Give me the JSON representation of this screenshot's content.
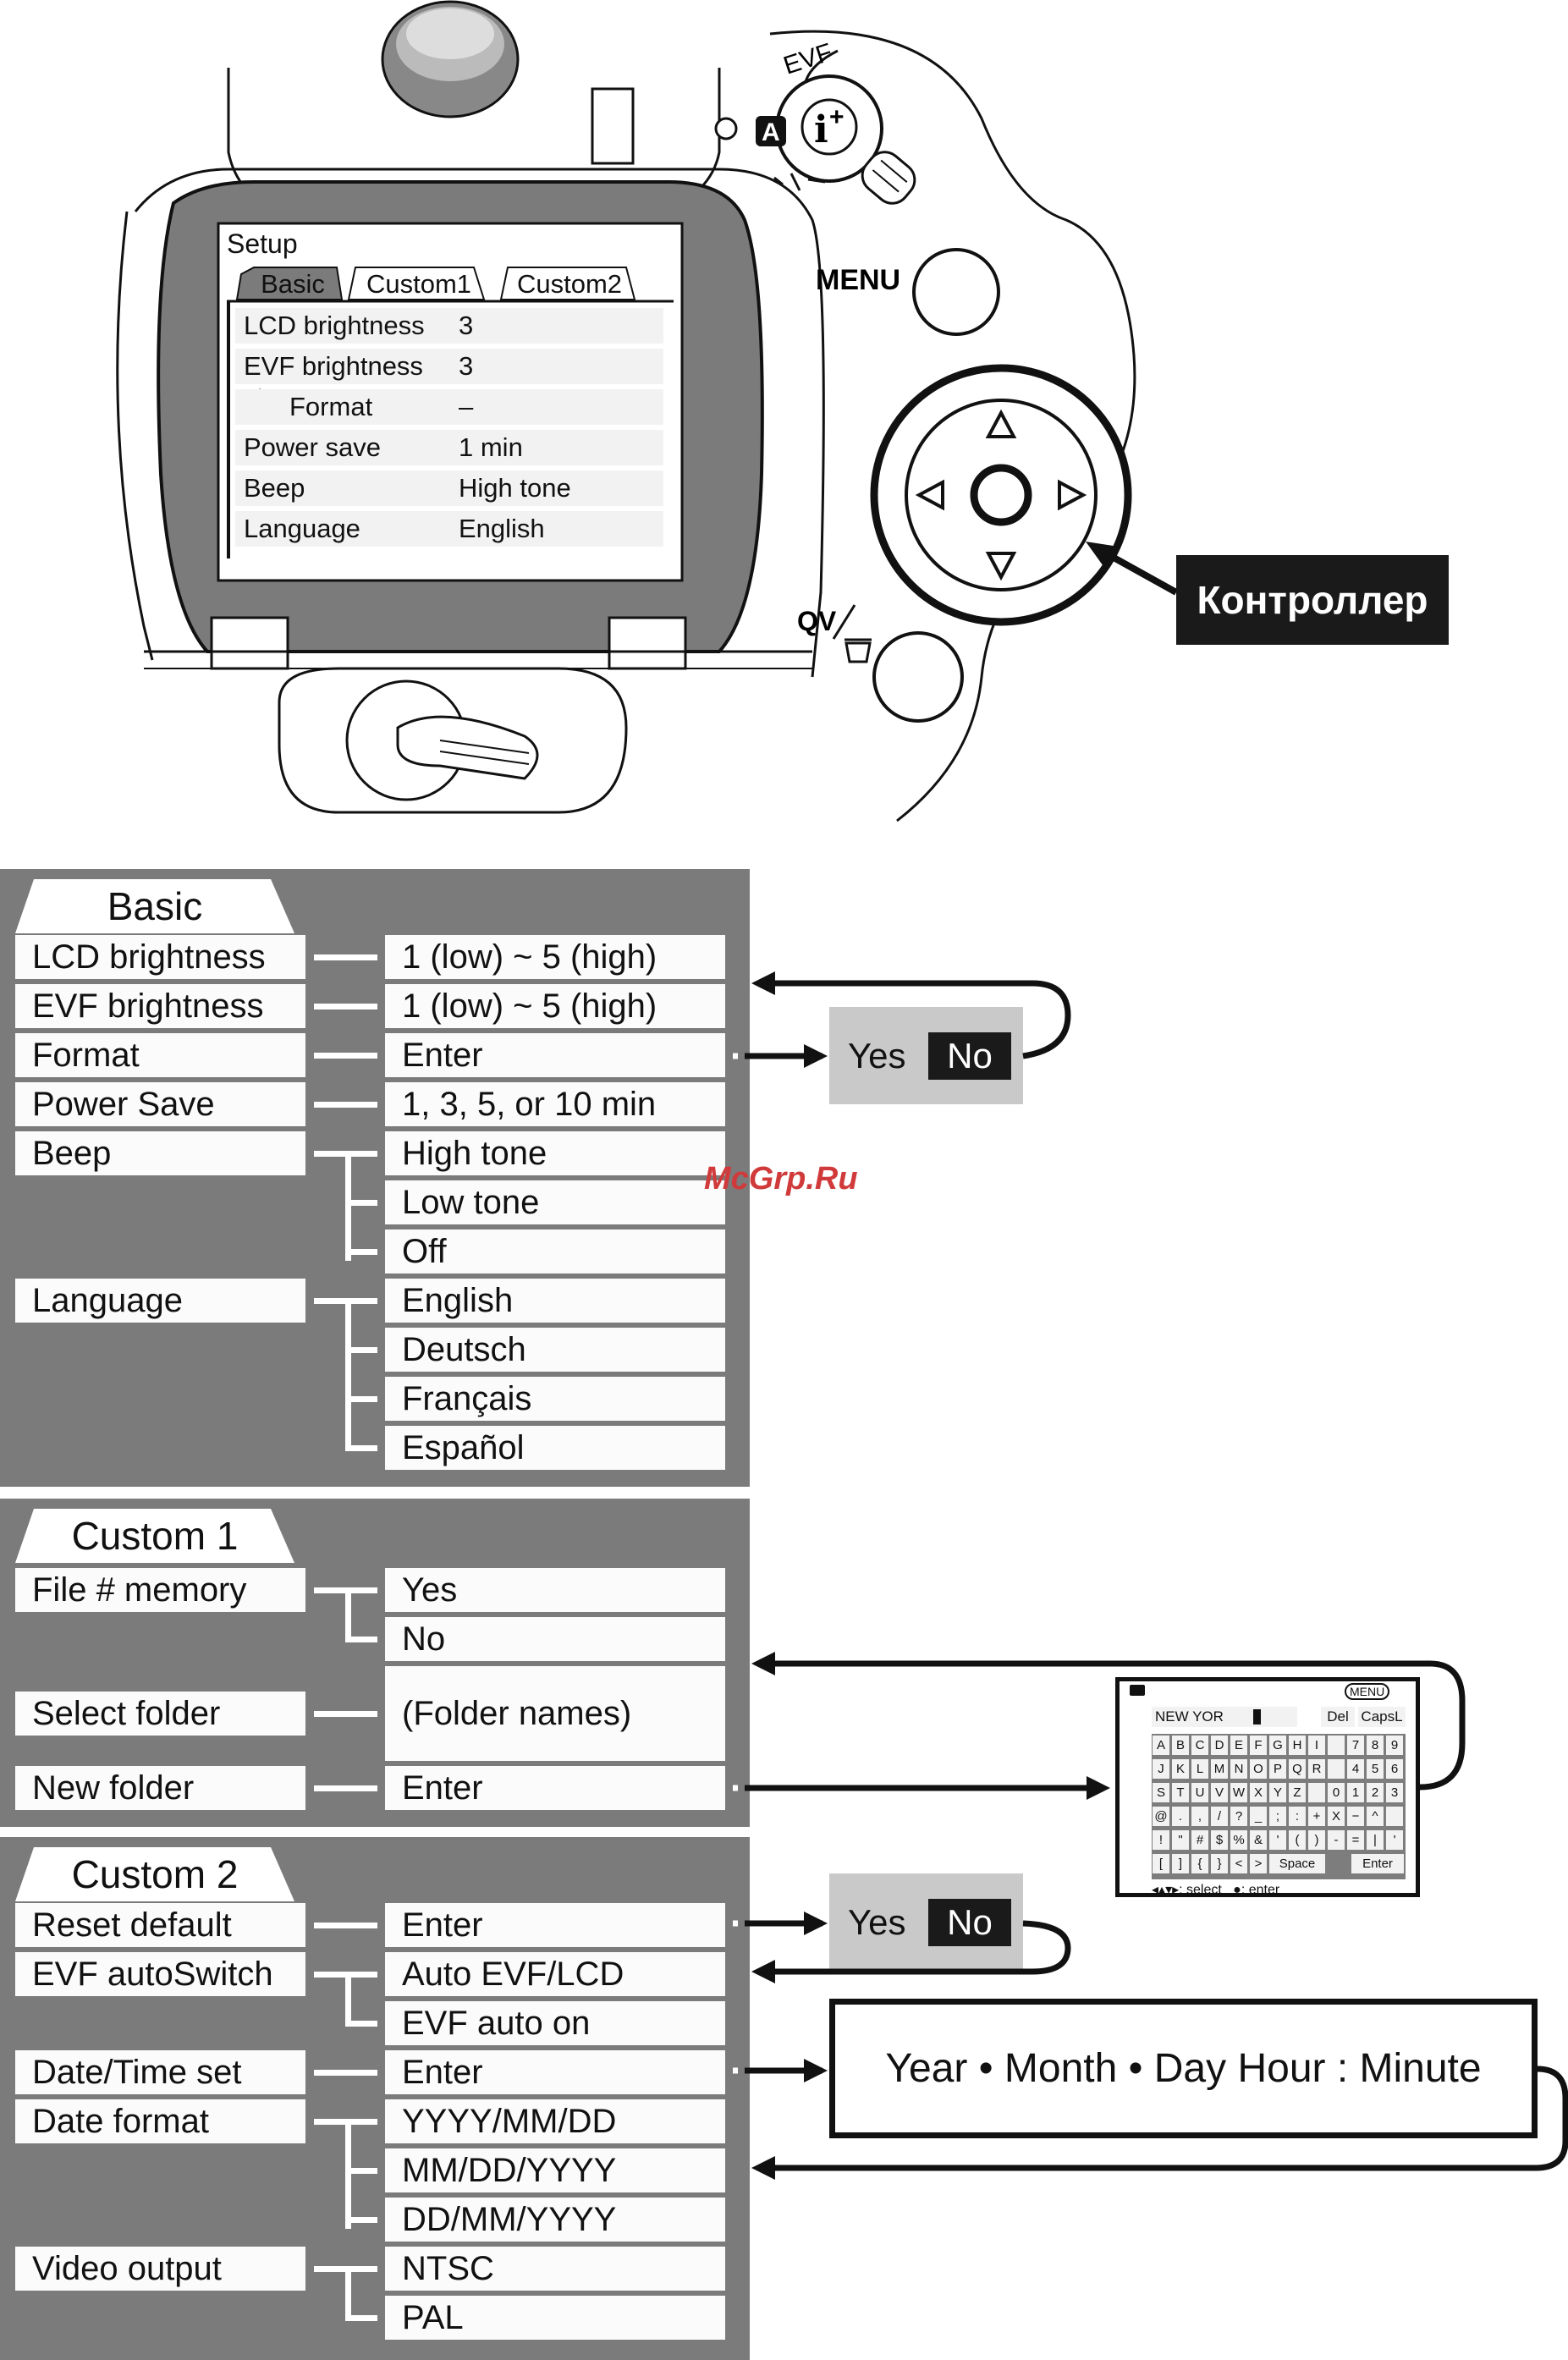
{
  "camera": {
    "lcd": {
      "title": "Setup",
      "tabs": [
        "Basic",
        "Custom1",
        "Custom2"
      ],
      "rows": [
        {
          "label": "LCD brightness",
          "value": "3"
        },
        {
          "label": "EVF brightness",
          "value": "3"
        },
        {
          "label": "Format",
          "value": "–"
        },
        {
          "label": "Power save",
          "value": "1 min"
        },
        {
          "label": "Beep",
          "value": "High tone"
        },
        {
          "label": "Language",
          "value": "English"
        }
      ]
    },
    "labels": {
      "evf": "EVF",
      "mode_a": "A",
      "menu": "MENU",
      "qv": "QV"
    },
    "callout": "Контроллер"
  },
  "basic": {
    "tab": "Basic",
    "items": [
      {
        "label": "LCD brightness",
        "options": [
          "1 (low) ~ 5 (high)"
        ]
      },
      {
        "label": "EVF brightness",
        "options": [
          "1 (low) ~ 5 (high)"
        ]
      },
      {
        "label": "Format",
        "options": [
          "Enter"
        ]
      },
      {
        "label": "Power Save",
        "options": [
          "1, 3, 5, or 10 min"
        ]
      },
      {
        "label": "Beep",
        "options": [
          "High tone",
          "Low tone",
          "Off"
        ]
      },
      {
        "label": "Language",
        "options": [
          "English",
          "Deutsch",
          "Français",
          "Español"
        ]
      }
    ]
  },
  "custom1": {
    "tab": "Custom 1",
    "items": [
      {
        "label": "File # memory",
        "options": [
          "Yes",
          "No"
        ]
      },
      {
        "label": "Select folder",
        "options": [
          "(Folder names)"
        ]
      },
      {
        "label": "New folder",
        "options": [
          "Enter"
        ]
      }
    ]
  },
  "custom2": {
    "tab": "Custom 2",
    "items": [
      {
        "label": "Reset default",
        "options": [
          "Enter"
        ]
      },
      {
        "label": "EVF autoSwitch",
        "options": [
          "Auto EVF/LCD",
          "EVF auto on"
        ]
      },
      {
        "label": "Date/Time set",
        "options": [
          "Enter"
        ]
      },
      {
        "label": "Date format",
        "options": [
          "YYYY/MM/DD",
          "MM/DD/YYYY",
          "DD/MM/YYYY"
        ]
      },
      {
        "label": "Video output",
        "options": [
          "NTSC",
          "PAL"
        ]
      }
    ]
  },
  "dialogs": {
    "format_confirm": {
      "yes": "Yes",
      "no": "No"
    },
    "reset_confirm": {
      "yes": "Yes",
      "no": "No"
    },
    "date_entry": "Year • Month • Day  Hour : Minute",
    "keyboard": {
      "name_value": "NEW YOR",
      "del": "Del",
      "caps": "CapsL",
      "menu": "MENU",
      "rows": [
        [
          "A",
          "B",
          "C",
          "D",
          "E",
          "F",
          "G",
          "H",
          "I",
          " ",
          "7",
          "8",
          "9"
        ],
        [
          "J",
          "K",
          "L",
          "M",
          "N",
          "O",
          "P",
          "Q",
          "R",
          " ",
          "4",
          "5",
          "6"
        ],
        [
          "S",
          "T",
          "U",
          "V",
          "W",
          "X",
          "Y",
          "Z",
          " ",
          "0",
          "1",
          "2",
          "3"
        ],
        [
          "@",
          ".",
          ",",
          "/",
          "?",
          "_",
          ";",
          ":",
          "+",
          "X",
          "−",
          "^",
          " "
        ],
        [
          "!",
          "\"",
          "#",
          "$",
          "%",
          "&",
          "'",
          "(",
          ")",
          "-",
          "=",
          "|",
          "'"
        ],
        [
          "[",
          "]",
          "{",
          "}",
          "<",
          ">"
        ]
      ],
      "space": "Space",
      "enter": "Enter",
      "footer_select": ": select",
      "footer_enter": ": enter"
    }
  },
  "watermark": "McGrp.Ru"
}
